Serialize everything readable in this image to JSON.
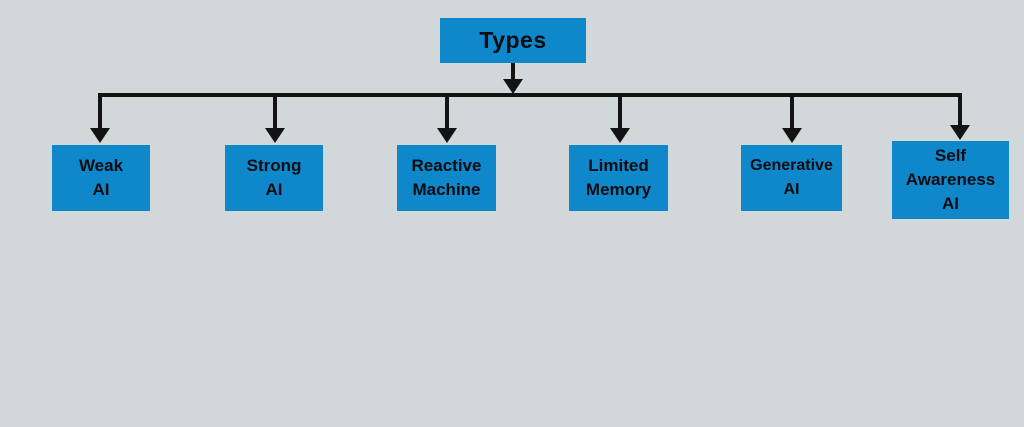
{
  "diagram": {
    "root": {
      "label": "Types"
    },
    "children": [
      {
        "label": "Weak\nAI"
      },
      {
        "label": "Strong\nAI"
      },
      {
        "label": "Reactive\nMachine"
      },
      {
        "label": "Limited\nMemory"
      },
      {
        "label": "Generative\nAI"
      },
      {
        "label": "Self\nAwareness\nAI"
      }
    ],
    "colors": {
      "node_fill": "#0e87cb",
      "background": "#d2d8d9",
      "line": "#131313",
      "text": "#0c0c10"
    }
  }
}
